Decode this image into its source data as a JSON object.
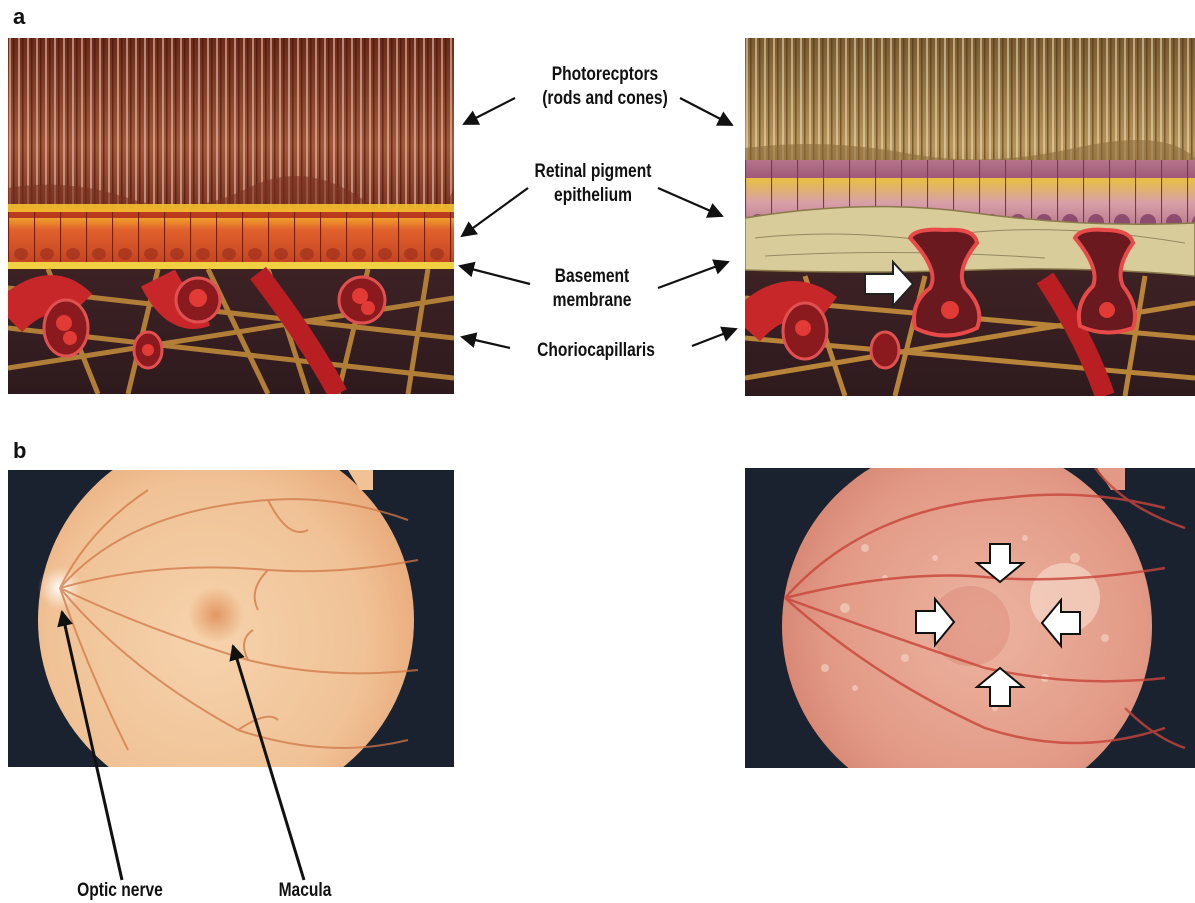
{
  "panels": {
    "a": "a",
    "b": "b"
  },
  "labels_a": {
    "photoreceptors_1": "Photorecptors",
    "photoreceptors_2": "(rods and cones)",
    "rpe_1": "Retinal pigment",
    "rpe_2": "epithelium",
    "basement_1": "Basement",
    "basement_2": "membrane",
    "choriocapillaris": "Choriocapillaris"
  },
  "labels_b": {
    "optic_nerve": "Optic nerve",
    "macula": "Macula"
  },
  "colors": {
    "photoreceptor_normal": "#8a3a22",
    "photoreceptor_disease": "#9a7a45",
    "rpe_normal": "#d8532c",
    "rpe_disease": "#c48aa0",
    "vessel": "#c8272a",
    "fundus_normal": "#f2c9a0",
    "fundus_disease": "#e6a58f",
    "background_dark": "#1a2230"
  },
  "icons": [
    "arrow-right-outline-icon",
    "arrow-down-outline-icon",
    "arrow-left-outline-icon",
    "arrow-up-outline-icon"
  ]
}
